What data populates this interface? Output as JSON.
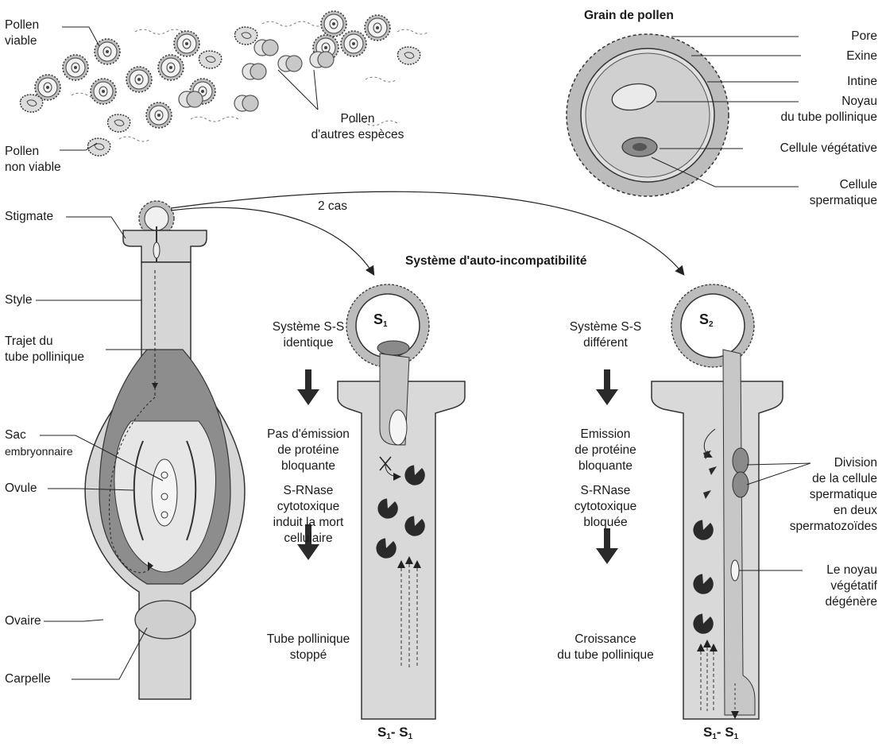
{
  "pollen_field": {
    "viable": [
      "Pollen",
      "viable"
    ],
    "other": [
      "Pollen",
      "d'autres espèces"
    ],
    "non_viable": [
      "Pollen",
      "non viable"
    ]
  },
  "grain": {
    "title": "Grain de pollen",
    "labels": {
      "pore": "Pore",
      "exine": "Exine",
      "intine": "Intine",
      "noyau": [
        "Noyau",
        "du tube pollinique"
      ],
      "vegetative": "Cellule végétative",
      "spermatique": [
        "Cellule",
        "spermatique"
      ]
    }
  },
  "pistil": {
    "stigmate": "Stigmate",
    "style": "Style",
    "trajet": [
      "Trajet du",
      "tube pollinique"
    ],
    "sac": [
      "Sac",
      "embryonnaire"
    ],
    "ovule": "Ovule",
    "ovaire": "Ovaire",
    "carpelle": "Carpelle"
  },
  "cases_label": "2 cas",
  "system_title": "Système d'auto-incompatibilité",
  "case1": {
    "s": "S",
    "s_sub": "1",
    "top": [
      "Système S-S",
      "identique"
    ],
    "mid": [
      "Pas d'émission",
      "de protéine",
      "bloquante"
    ],
    "mid2": [
      "S-RNase",
      "cytotoxique",
      "induit la mort",
      "cellulaire"
    ],
    "bottom": [
      "Tube pollinique",
      "stoppé"
    ],
    "genotype": {
      "a": "S",
      "a_sub": "1",
      "sep": "- ",
      "b": "S",
      "b_sub": "1"
    }
  },
  "case2": {
    "s": "S",
    "s_sub": "2",
    "top": [
      "Système S-S",
      "différent"
    ],
    "mid": [
      "Emission",
      "de protéine",
      "bloquante"
    ],
    "mid2": [
      "S-RNase",
      "cytotoxique",
      "bloquée"
    ],
    "bottom": [
      "Croissance",
      "du tube pollinique"
    ],
    "division": [
      "Division",
      "de la cellule",
      "spermatique",
      "en deux",
      "spermatozoïdes"
    ],
    "noyau_veg": [
      "Le noyau",
      "végétatif",
      "dégénère"
    ],
    "genotype": {
      "a": "S",
      "a_sub": "1",
      "sep": "- ",
      "b": "S",
      "b_sub": "1"
    }
  }
}
